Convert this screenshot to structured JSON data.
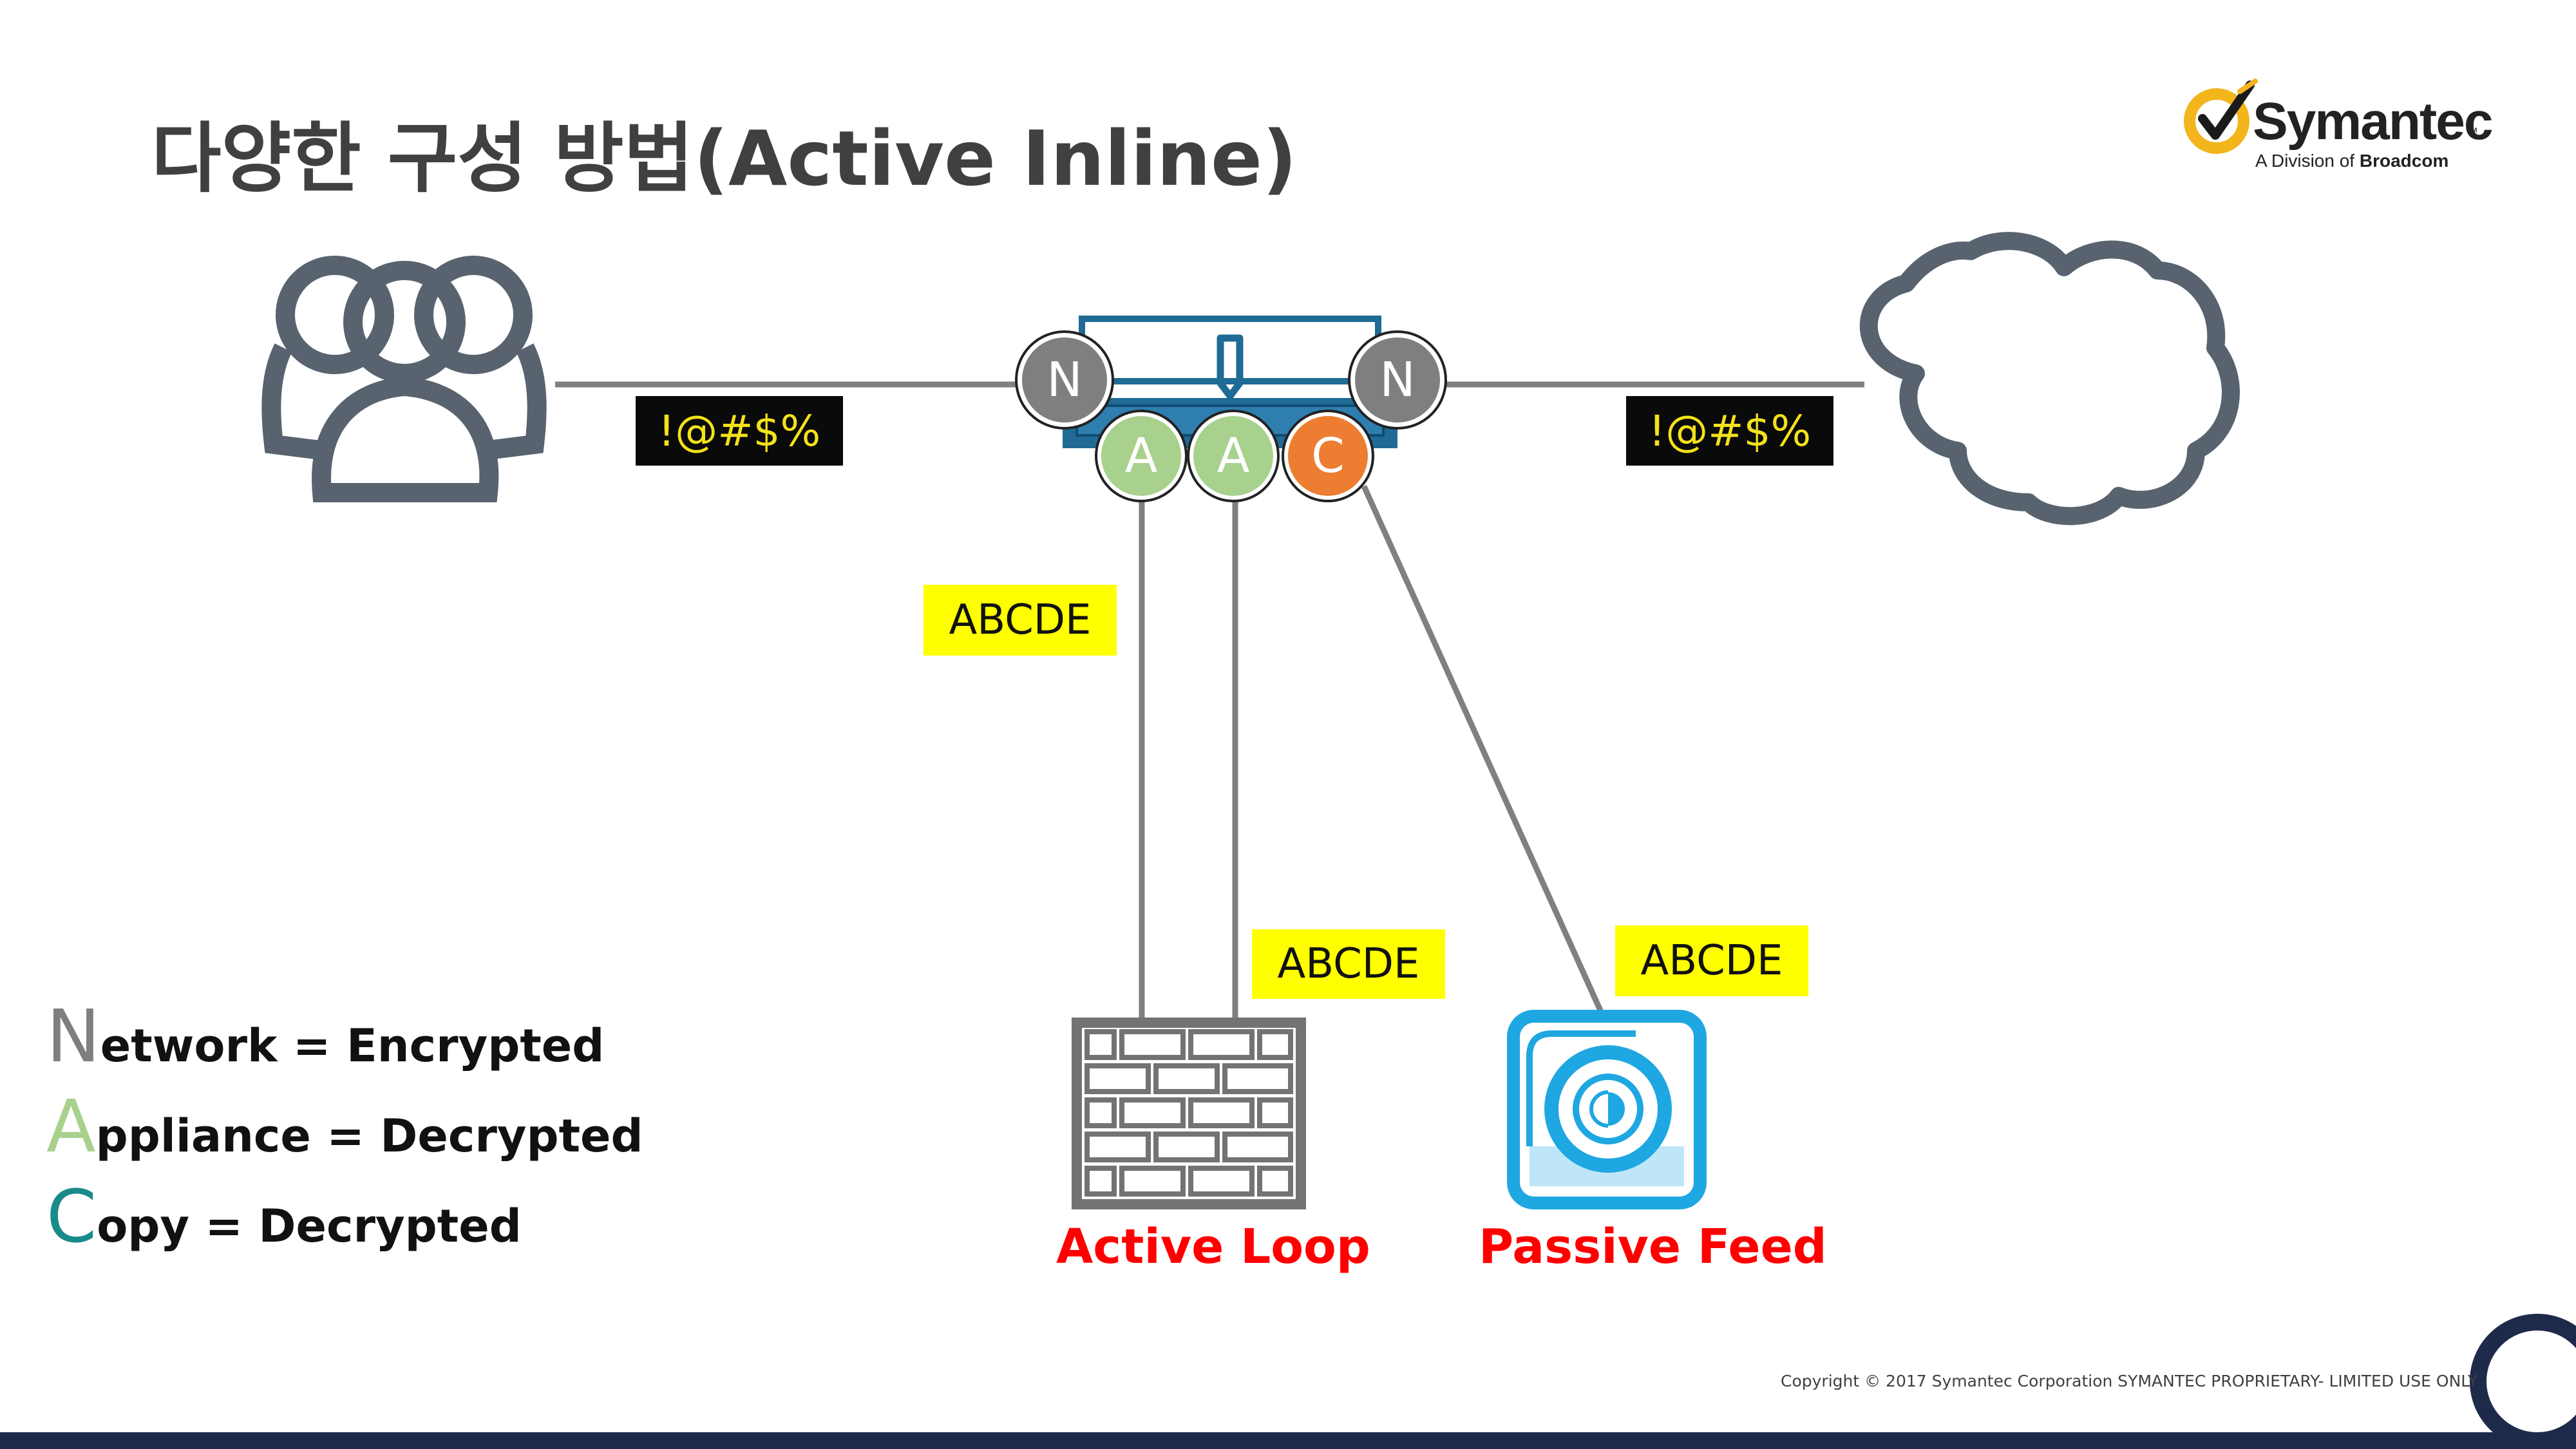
{
  "title": "다양한 구성 방법(Active Inline)",
  "logo": {
    "name": "Symantec",
    "tm": "™",
    "sub_prefix": "A Division of ",
    "sub_brand": "Broadcom",
    "icon": "check-circle-icon",
    "color": "#f2b51c"
  },
  "labels": {
    "encrypted_left": "!@#$%",
    "encrypted_right": "!@#$%",
    "plain_1": "ABCDE",
    "plain_2": "ABCDE",
    "plain_3": "ABCDE"
  },
  "nodes": {
    "n_left": "N",
    "n_right": "N",
    "a1": "A",
    "a2": "A",
    "c": "C"
  },
  "captions": {
    "active_loop": "Active Loop",
    "passive_feed": "Passive Feed"
  },
  "legend": [
    {
      "letter": "N",
      "rest": "etwork = Encrypted",
      "color": "#7f7f7f"
    },
    {
      "letter": "A",
      "rest": "ppliance = Decrypted",
      "color": "#a9d18e"
    },
    {
      "letter": "C",
      "rest": "opy = Decrypted",
      "color": "#1a8a8a"
    }
  ],
  "icons": {
    "users": "users-icon",
    "cloud": "cloud-icon",
    "appliance": "appliance-icon",
    "firewall": "firewall-icon",
    "sensor": "sensor-icon"
  },
  "colors": {
    "icon_gray": "#58636f",
    "line_gray": "#808080",
    "node_gray": "#7f7f7f",
    "node_green": "#a9d18e",
    "node_orange": "#ed7d31",
    "appliance_blue": "#1f6b95",
    "sensor_blue": "#1ea7e1",
    "caption_red": "#ff0000"
  },
  "copyright": "Copyright © 2017 Symantec Corporation SYMANTEC PROPRIETARY- LIMITED USE ONLY"
}
